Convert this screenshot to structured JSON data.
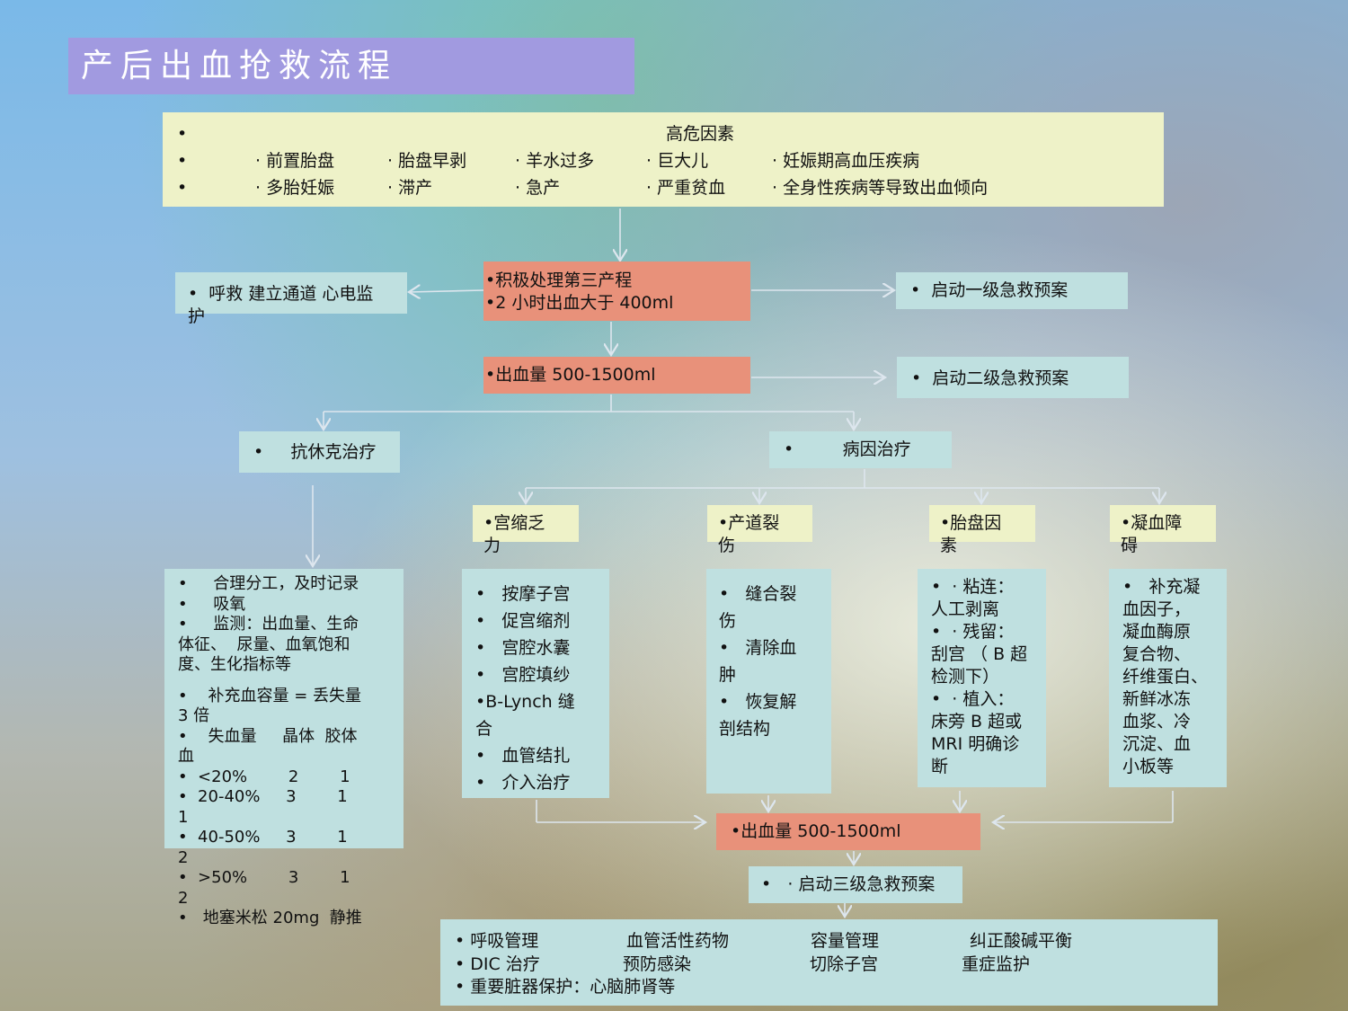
{
  "title": "产后出血抢救流程",
  "risk": {
    "header": "高危因素",
    "row1": [
      "· 前置胎盘",
      "· 胎盘早剥",
      "· 羊水过多",
      "· 巨大儿",
      "· 妊娠期高血压疾病"
    ],
    "row2": [
      "· 多胎妊娠",
      "· 滞产",
      "· 急产",
      "· 严重贫血",
      "· 全身性疾病等导致出血倾向"
    ]
  },
  "left_top": [
    "•  呼救 建立通道 心电监",
    "护"
  ],
  "center_top": [
    "•积极处理第三产程",
    "•2 小时出血大于 400ml"
  ],
  "right_top": "•  启动一级急救预案",
  "center_mid": "•出血量 500-1500ml",
  "right_mid": "•  启动二级急救预案",
  "shock": "•     抗休克治疗",
  "cause": "•         病因治疗",
  "cause_heads": [
    [
      "•宫缩乏",
      "力"
    ],
    [
      "•产道裂",
      "伤"
    ],
    [
      "•胎盘因",
      "素"
    ],
    [
      "•凝血障",
      "碍"
    ]
  ],
  "shock_list": [
    "•     合理分工，及时记录",
    "•     吸氧",
    "•     监测：出血量、生命",
    "体征、  尿量、血氧饱和",
    "度、生化指标等",
    "",
    "•    补充血容量 = 丢失量",
    "3 倍",
    "•    失血量     晶体  胶体",
    "血",
    "•  <20%        2        1",
    "•  20-40%     3        1",
    "1",
    "•  40-50%     3        1",
    "2",
    "•  >50%        3        1",
    "2",
    "•   地塞米松 20mg  静推"
  ],
  "uterine": [
    "•   按摩子宫",
    "•   促宫缩剂",
    "•   宫腔水囊",
    "•   宫腔填纱",
    "•B-Lynch 缝",
    "合",
    "•   血管结扎",
    "•   介入治疗"
  ],
  "laceration": [
    "•   缝合裂",
    "伤",
    "•   清除血",
    "肿",
    "•   恢复解",
    "剖结构"
  ],
  "placenta": [
    "•  · 粘连：",
    "人工剥离",
    "•  · 残留：",
    "刮宫 （ B 超",
    "检测下）",
    "•  · 植入：",
    "床旁 B 超或",
    "MRI 明确诊",
    "断"
  ],
  "coag": [
    "•   补充凝",
    "血因子，",
    "凝血酶原",
    "复合物、",
    "纤维蛋白、",
    "新鲜冰冻",
    "血浆、冷",
    "沉淀、血",
    "小板等"
  ],
  "center_low": "•出血量 500-1500ml",
  "level3": "•   · 启动三级急救预案",
  "final": {
    "row1": [
      "•  呼吸管理",
      "血管活性药物",
      "容量管理",
      "纠正酸碱平衡"
    ],
    "row2": [
      "• DIC 治疗",
      "预防感染",
      "切除子宫",
      "重症监护"
    ],
    "row3": "•  重要脏器保护：心脑肺肾等"
  }
}
